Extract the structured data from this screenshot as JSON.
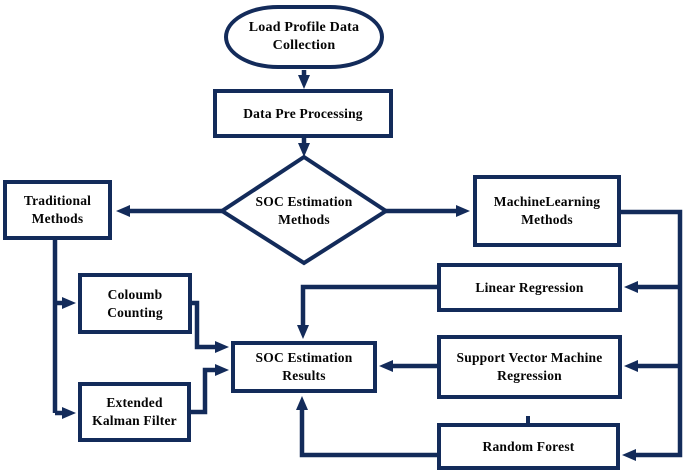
{
  "diagram": {
    "type": "flowchart",
    "colors": {
      "line_color": "#132b5a",
      "text_color": "#050505",
      "background": "#ffffff"
    },
    "nodes": {
      "load_profile_data_collection": {
        "label": "Load Profile Data Collection",
        "shape": "ellipse"
      },
      "data_pre_processing": {
        "label": "Data Pre Processing",
        "shape": "rect"
      },
      "soc_estimation_methods": {
        "label": "SOC Estimation Methods",
        "shape": "diamond"
      },
      "traditional_methods": {
        "label": "Traditional Methods",
        "shape": "rect"
      },
      "machine_learning_methods": {
        "label": "MachineLearning Methods",
        "shape": "rect"
      },
      "coloumb_counting": {
        "label": "Coloumb Counting",
        "shape": "rect"
      },
      "extended_kalman_filter": {
        "label": "Extended Kalman Filter",
        "shape": "rect"
      },
      "soc_estimation_results": {
        "label": "SOC Estimation Results",
        "shape": "rect"
      },
      "linear_regression": {
        "label": "Linear Regression",
        "shape": "rect"
      },
      "support_vector_machine_regression": {
        "label": "Support Vector Machine Regression",
        "shape": "rect"
      },
      "random_forest": {
        "label": "Random Forest",
        "shape": "rect"
      }
    },
    "edges": [
      {
        "from": "load_profile_data_collection",
        "to": "data_pre_processing"
      },
      {
        "from": "data_pre_processing",
        "to": "soc_estimation_methods"
      },
      {
        "from": "soc_estimation_methods",
        "to": "traditional_methods"
      },
      {
        "from": "soc_estimation_methods",
        "to": "machine_learning_methods"
      },
      {
        "from": "traditional_methods",
        "to": "coloumb_counting"
      },
      {
        "from": "traditional_methods",
        "to": "extended_kalman_filter"
      },
      {
        "from": "machine_learning_methods",
        "to": "linear_regression"
      },
      {
        "from": "machine_learning_methods",
        "to": "support_vector_machine_regression"
      },
      {
        "from": "machine_learning_methods",
        "to": "random_forest"
      },
      {
        "from": "coloumb_counting",
        "to": "soc_estimation_results"
      },
      {
        "from": "extended_kalman_filter",
        "to": "soc_estimation_results"
      },
      {
        "from": "linear_regression",
        "to": "soc_estimation_results"
      },
      {
        "from": "support_vector_machine_regression",
        "to": "soc_estimation_results"
      },
      {
        "from": "random_forest",
        "to": "soc_estimation_results"
      }
    ]
  }
}
